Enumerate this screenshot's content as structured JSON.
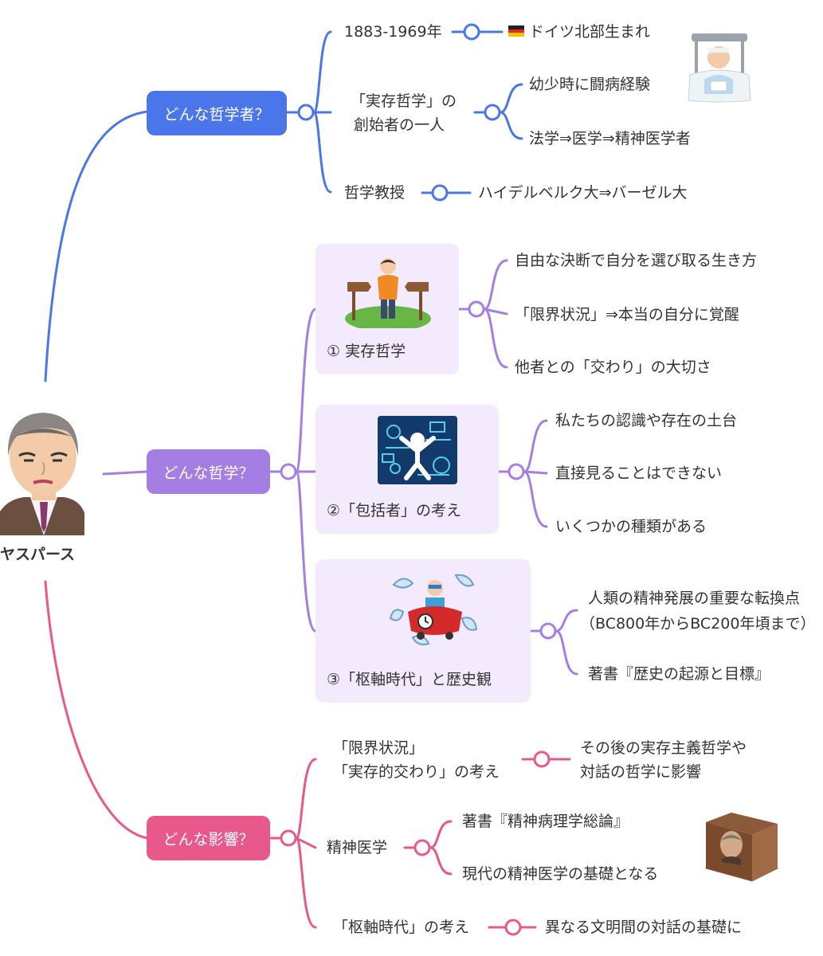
{
  "root": {
    "name": "ヤスパース",
    "portrait_icon": "jaspers-portrait-icon"
  },
  "colors": {
    "blue": "#4a76ea",
    "purple": "#a57ee3",
    "pink": "#e8588b",
    "card_bg": "#f3eafd"
  },
  "branches": {
    "philosopher": {
      "label": "どんな哲学者？",
      "items": {
        "years": "1883-1969年",
        "birthplace_flag_icon": "german-flag-icon",
        "birthplace": "ドイツ北部生まれ",
        "founder_line1": "「実存哲学」の",
        "founder_line2": "創始者の一人",
        "illness": "幼少時に闘病経験",
        "career": "法学⇒医学⇒精神医学者",
        "professor": "哲学教授",
        "universities": "ハイデルベルク大⇒バーゼル大"
      }
    },
    "philosophy": {
      "label": "どんな哲学？",
      "cards": [
        {
          "label": "① 実存哲学",
          "icon": "crossroads-man-icon",
          "points": [
            "自由な決断で自分を選び取る生き方",
            "「限界状況」⇒本当の自分に覚醒",
            "他者との「交わり」の大切さ"
          ]
        },
        {
          "label": "②「包括者」の考え",
          "icon": "digital-network-icon",
          "points": [
            "私たちの認識や存在の土台",
            "直接見ることはできない",
            "いくつかの種類がある"
          ]
        },
        {
          "label": "③「枢軸時代」と歴史観",
          "icon": "time-machine-icon",
          "points": [
            "人類の精神発展の重要な転換点",
            "（BC800年からBC200年頃まで）",
            "著書『歴史の起源と目標』"
          ]
        }
      ]
    },
    "influence": {
      "label": "どんな影響？",
      "items": {
        "limit_line1": "「限界状況」",
        "limit_line2": "「実存的交わり」の考え",
        "later_line1": "その後の実存主義哲学や",
        "later_line2": "対話の哲学に影響",
        "psychiatry": "精神医学",
        "book": "著書『精神病理学総論』",
        "foundation": "現代の精神医学の基礎となる",
        "axial": "「枢軸時代」の考え",
        "dialogue": "異なる文明間の対話の基礎に"
      }
    }
  },
  "illustrations": {
    "hospital": "hospital-patient-icon",
    "book": "book-portrait-icon"
  }
}
